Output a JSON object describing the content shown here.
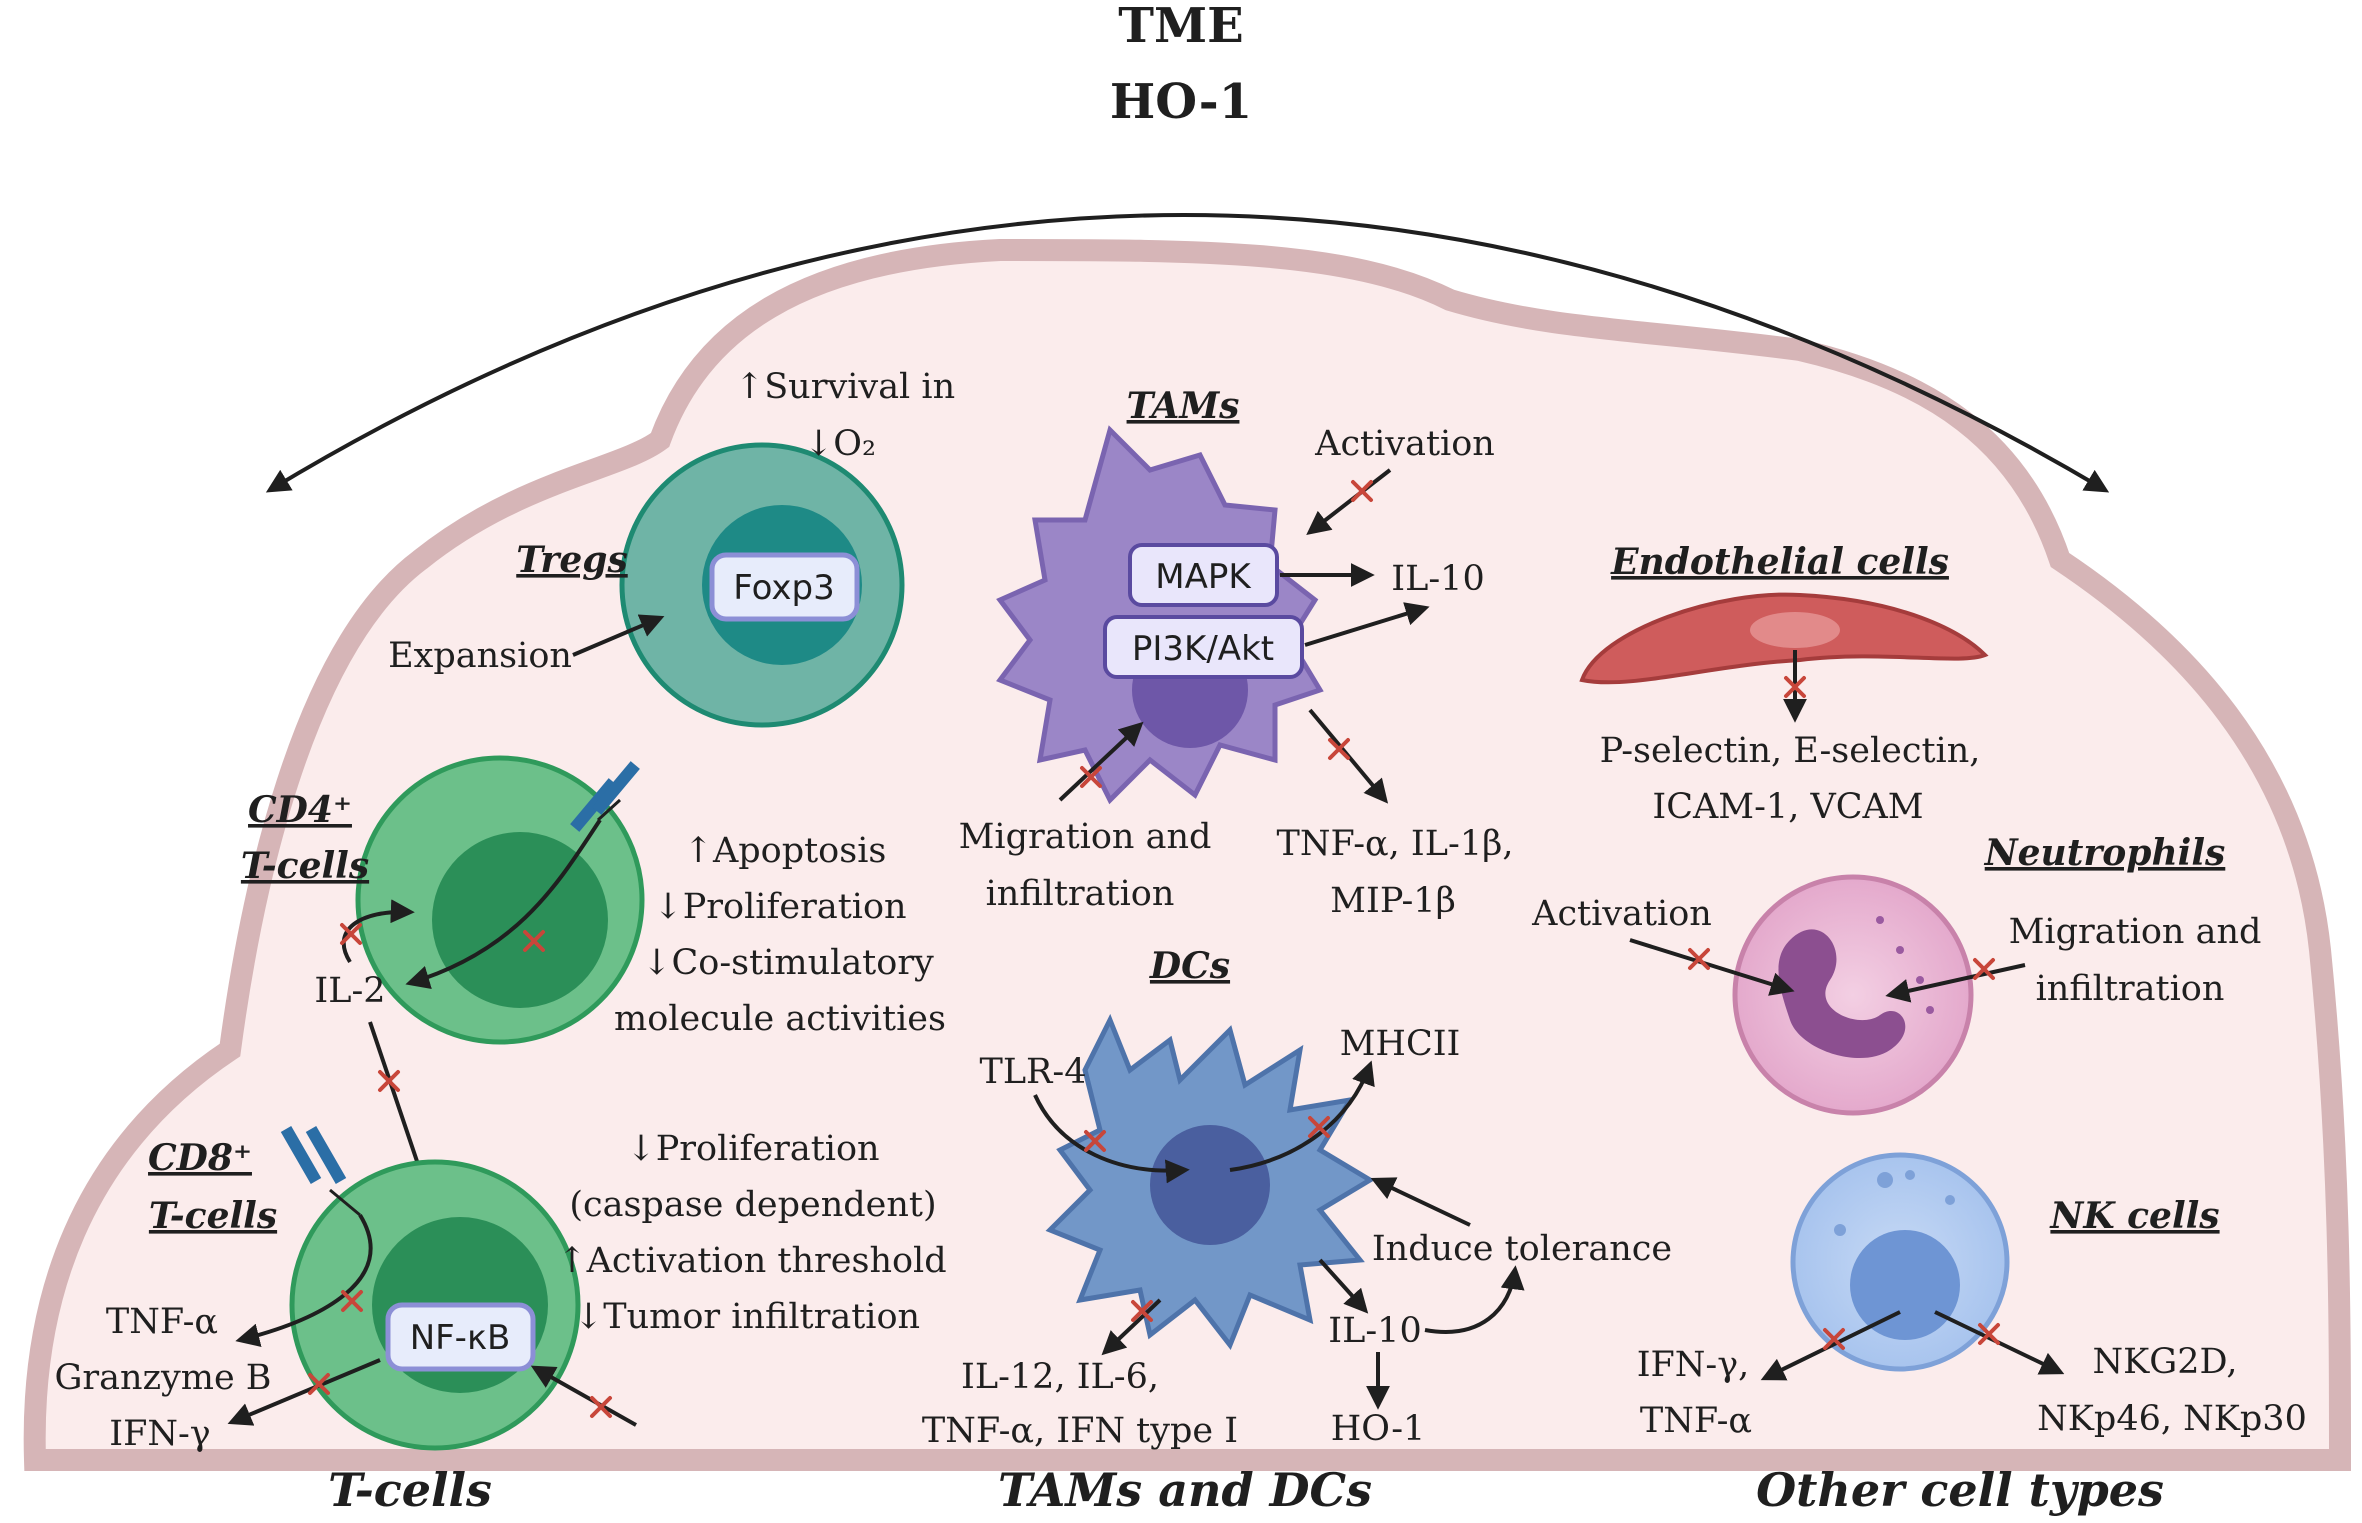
{
  "title": "TME",
  "subtitle": "HO-1",
  "sections": [
    "T-cells",
    "TAMs and DCs",
    "Other cell types"
  ],
  "tregs": {
    "label": "Tregs",
    "factor": "Foxp3",
    "expansion": "Expansion",
    "survival_line1": "↑Survival in",
    "survival_line2": "↓O₂"
  },
  "cd4": {
    "label_line1": "CD4⁺",
    "label_line2": "T-cells",
    "il2": "IL-2",
    "effects": [
      "↑Apoptosis",
      "↓Proliferation",
      "↓Co-stimulatory",
      "molecule activities"
    ]
  },
  "cd8": {
    "label_line1": "CD8⁺",
    "label_line2": "T-cells",
    "factor": "NF-κB",
    "outputs": [
      "TNF-α",
      "Granzyme B",
      "IFN-γ"
    ],
    "effects": [
      "↓Proliferation",
      "(caspase dependent)",
      "↑Activation threshold",
      "↓Tumor infiltration"
    ]
  },
  "tams": {
    "label": "TAMs",
    "pathway1": "MAPK",
    "pathway2": "PI3K/Akt",
    "activation": "Activation",
    "il10": "IL-10",
    "migration_line1": "Migration and",
    "migration_line2": "infiltration",
    "cytokines_line1": "TNF-α, IL-1β,",
    "cytokines_line2": "MIP-1β"
  },
  "dcs": {
    "label": "DCs",
    "tlr4": "TLR-4",
    "mhcii": "MHCII",
    "induce_tolerance": "Induce tolerance",
    "il10": "IL-10",
    "ho1": "HO-1",
    "cytokines_line1": "IL-12, IL-6,",
    "cytokines_line2": "TNF-α, IFN type I"
  },
  "endothelial": {
    "label": "Endothelial cells",
    "markers_line1": "P-selectin, E-selectin,",
    "markers_line2": "ICAM-1, VCAM"
  },
  "neutrophils": {
    "label": "Neutrophils",
    "activation": "Activation",
    "migration_line1": "Migration and",
    "migration_line2": "infiltration"
  },
  "nk": {
    "label": "NK cells",
    "out1_line1": "IFN-γ,",
    "out1_line2": "TNF-α",
    "out2_line1": "NKG2D,",
    "out2_line2": "NKp46, NKp30"
  },
  "colors": {
    "tissue_border": "#d6b5b7",
    "tissue_fill": "#fbecec",
    "treg": "#6fb4a6",
    "tcell": "#6cc08a",
    "tam": "#9b86c7",
    "dc": "#7297c8",
    "endothelial": "#cf5c5c",
    "neutrophil": "#dd9ec6",
    "nk": "#9fbde9",
    "inhibit": "#c8463a"
  }
}
